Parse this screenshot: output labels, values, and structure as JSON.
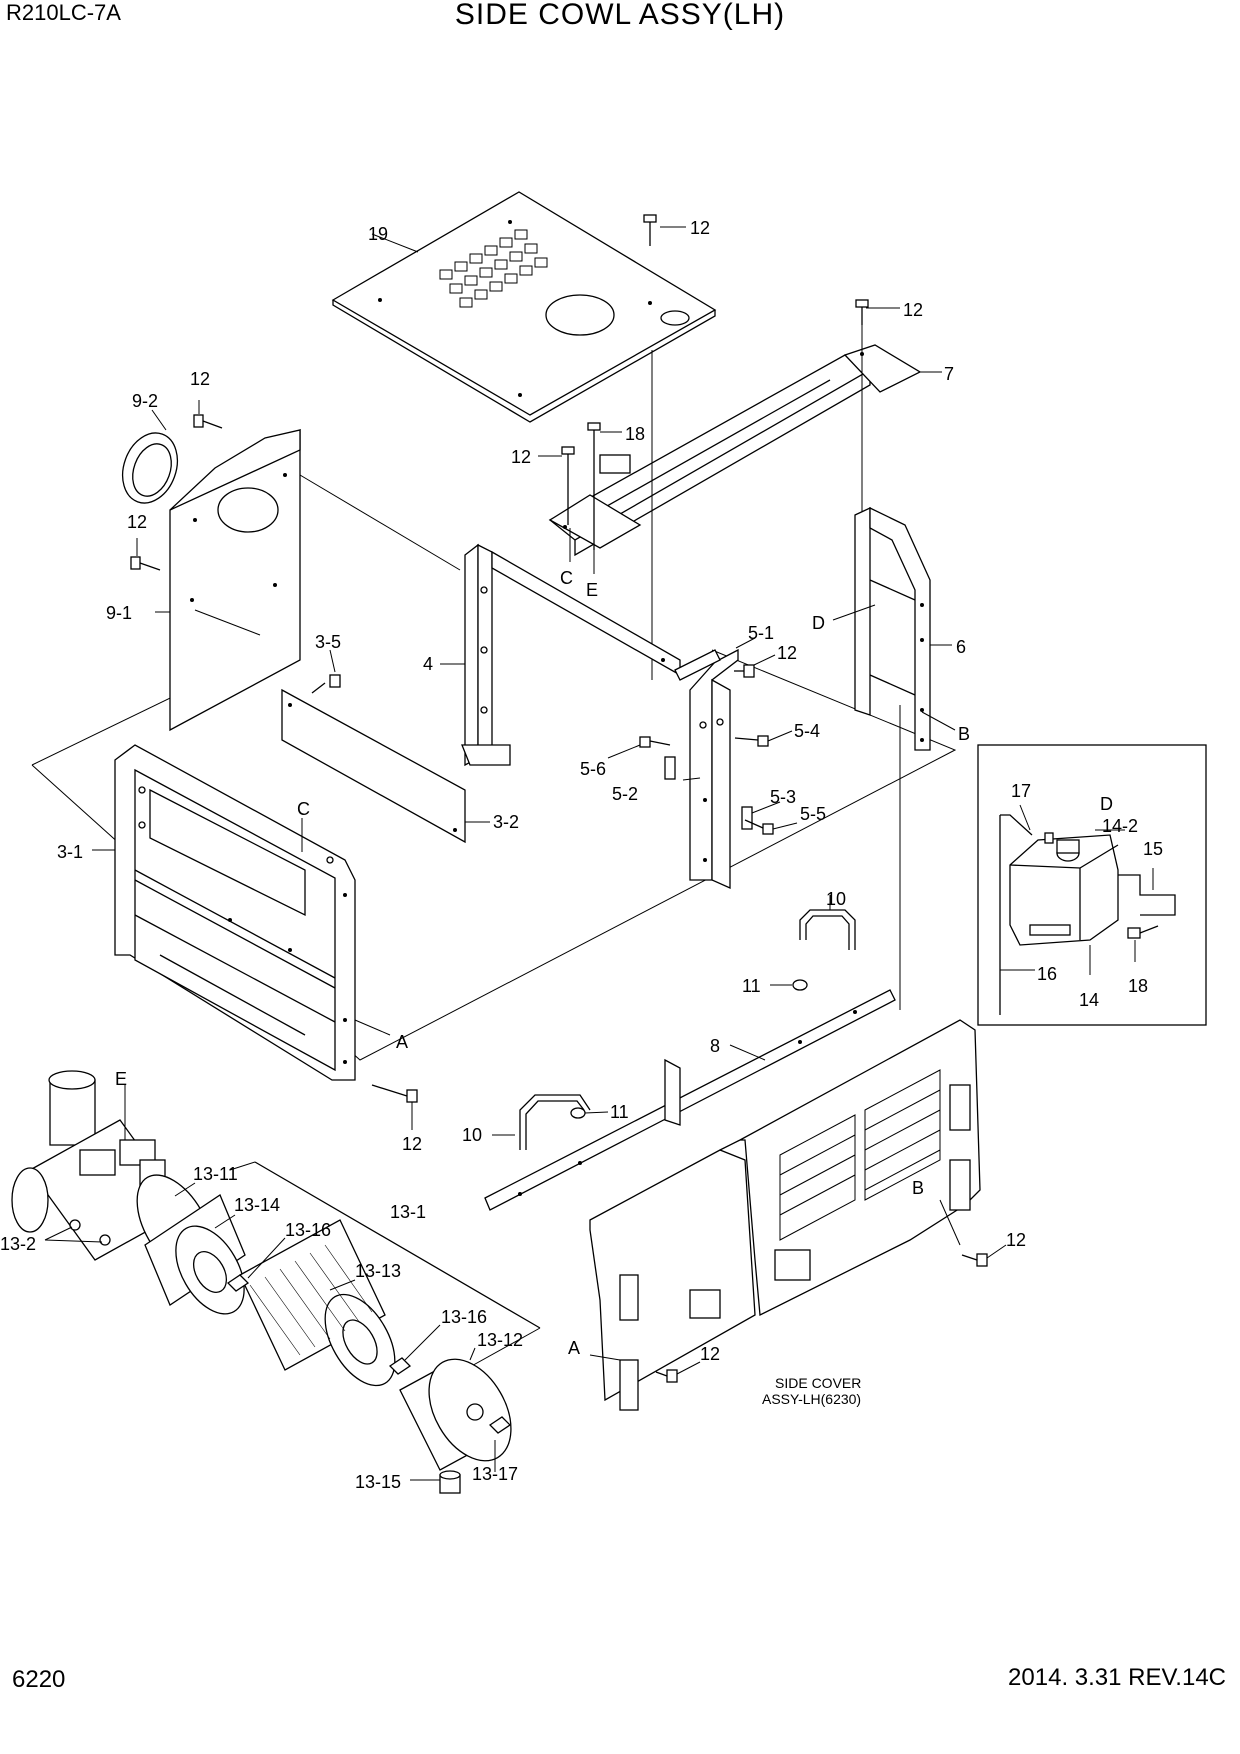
{
  "header": {
    "model": "R210LC-7A",
    "title": "SIDE COWL ASSY(LH)"
  },
  "footer": {
    "page": "6220",
    "date_rev": "2014. 3.31  REV.14C"
  },
  "callouts": {
    "c19": "19",
    "c12a": "12",
    "c12b": "12",
    "c12c": "12",
    "c12d": "12",
    "c12e": "12",
    "c12f": "12",
    "c12g": "12",
    "c12h": "12",
    "c12i": "12",
    "c7": "7",
    "c18a": "18",
    "c18b": "18",
    "c9_2": "9-2",
    "c9_1": "9-1",
    "cC1": "C",
    "cC2": "C",
    "cE1": "E",
    "cE2": "E",
    "c4": "4",
    "c5_1": "5-1",
    "c5_2": "5-2",
    "c5_3": "5-3",
    "c5_4": "5-4",
    "c5_5": "5-5",
    "c5_6": "5-6",
    "cD1": "D",
    "cD2": "D",
    "c6": "6",
    "cB1": "B",
    "cB2": "B",
    "c3_5": "3-5",
    "c3_2": "3-2",
    "c3_1": "3-1",
    "cA1": "A",
    "cA2": "A",
    "c17": "17",
    "c14_2": "14-2",
    "c15": "15",
    "c16": "16",
    "c14": "14",
    "c10a": "10",
    "c10b": "10",
    "c11a": "11",
    "c11b": "11",
    "c8": "8",
    "c13_11": "13-11",
    "c13_14": "13-14",
    "c13_1": "13-1",
    "c13_2": "13-2",
    "c13_16a": "13-16",
    "c13_16b": "13-16",
    "c13_13": "13-13",
    "c13_12": "13-12",
    "c13_15": "13-15",
    "c13_17": "13-17"
  },
  "notes": {
    "side_cover_line1": "SIDE COVER",
    "side_cover_line2": "ASSY-LH(6230)"
  }
}
